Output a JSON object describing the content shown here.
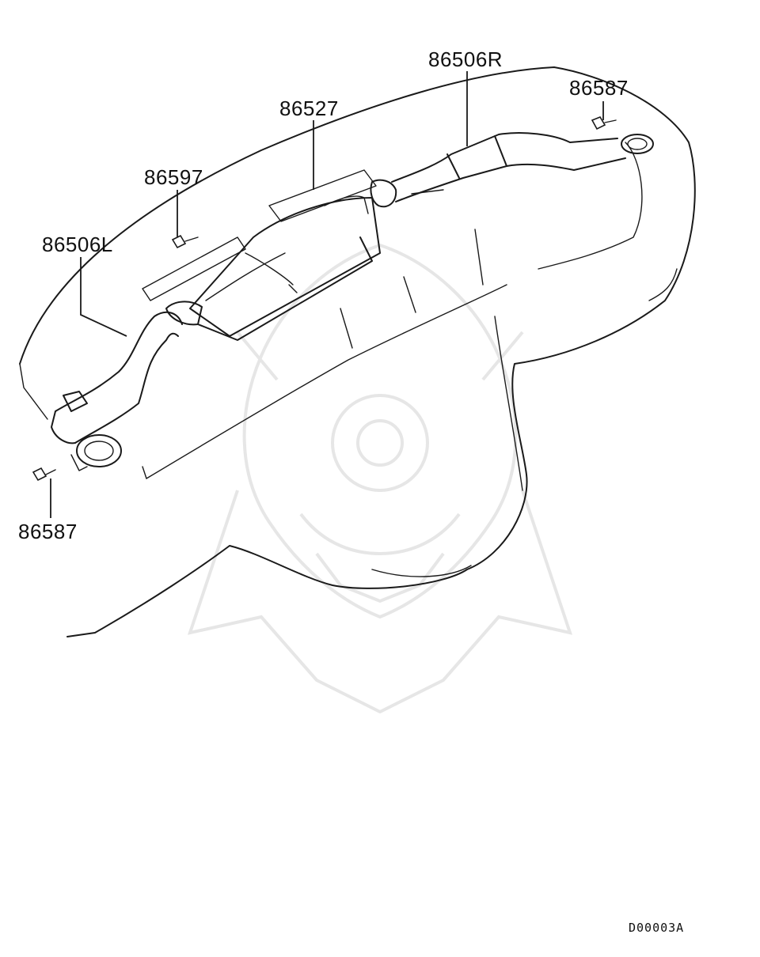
{
  "diagram": {
    "colors": {
      "line": "#1a1a1a",
      "watermark": "#e6e6e6",
      "background": "#ffffff"
    },
    "callouts": [
      {
        "id": "86506R",
        "label": "86506R"
      },
      {
        "id": "86587-right",
        "label": "86587"
      },
      {
        "id": "86527",
        "label": "86527"
      },
      {
        "id": "86597",
        "label": "86597"
      },
      {
        "id": "86506L",
        "label": "86506L"
      },
      {
        "id": "86587-left",
        "label": "86587"
      }
    ],
    "figure_code": "D00003A"
  }
}
